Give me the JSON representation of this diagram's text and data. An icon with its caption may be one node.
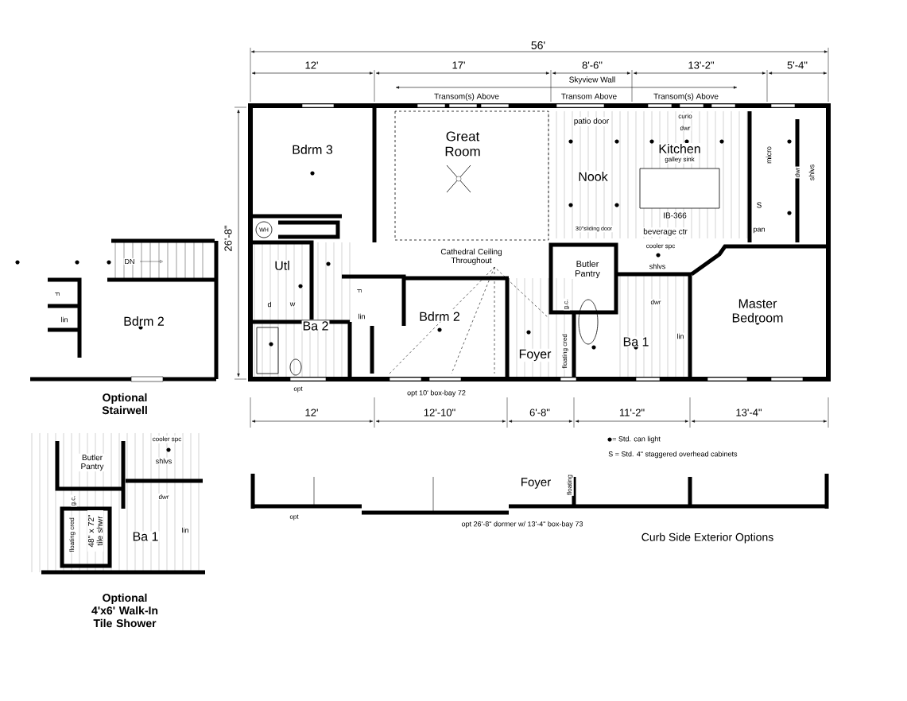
{
  "diagram": {
    "labels": [
      "56'",
      "12'",
      "17'",
      "8'-6\"",
      "13'-2\"",
      "5'-4\"",
      "Skyview Wall",
      "Transom(s) Above",
      "Transom Above",
      "Transom(s) Above",
      "26'-8\"",
      "Bdrm 3",
      "Great Room",
      "WH",
      "Utl",
      "d",
      "w",
      "F",
      "lin",
      "Ba 2",
      "Cathedral Ceiling Throughout",
      "Bdrm 2",
      "patio door",
      "curio",
      "dwr",
      "Kitchen",
      "galley sink",
      "Nook",
      "IB-366",
      "30\"sliding door",
      "beverage ctr",
      "cooler spc",
      "micro",
      "S",
      "pan",
      "dwr",
      "shlvs",
      "Butler Pantry",
      "shlvs",
      "dwr",
      "Master Bedroom",
      "g.c.",
      "Foyer",
      "floating cred",
      "Ba 1",
      "lin",
      "opt",
      "opt 10' box-bay 72",
      "12'",
      "12'-10\"",
      "6'-8\"",
      "11'-2\"",
      "13'-4\"",
      "S = Std. 4\" staggered overhead cabinets",
      "Foyer",
      "floating",
      "opt",
      "opt 26'-8\" dormer w/ 13'-4\" box-bay 73",
      "Curb Side Exterior Options",
      "DN",
      "F",
      "lin",
      "Bdrm 2",
      "Optional Stairwell",
      "cooler spc",
      "Butler Pantry",
      "shlvs",
      "dwr",
      "g.c.",
      "48\" x 72\" tile shwr",
      "Ba 1",
      "lin",
      "floating cred",
      "Optional 4'x6' Walk-In Tile Shower"
    ],
    "legend": [
      {
        "text": "= Std. can light"
      }
    ]
  }
}
